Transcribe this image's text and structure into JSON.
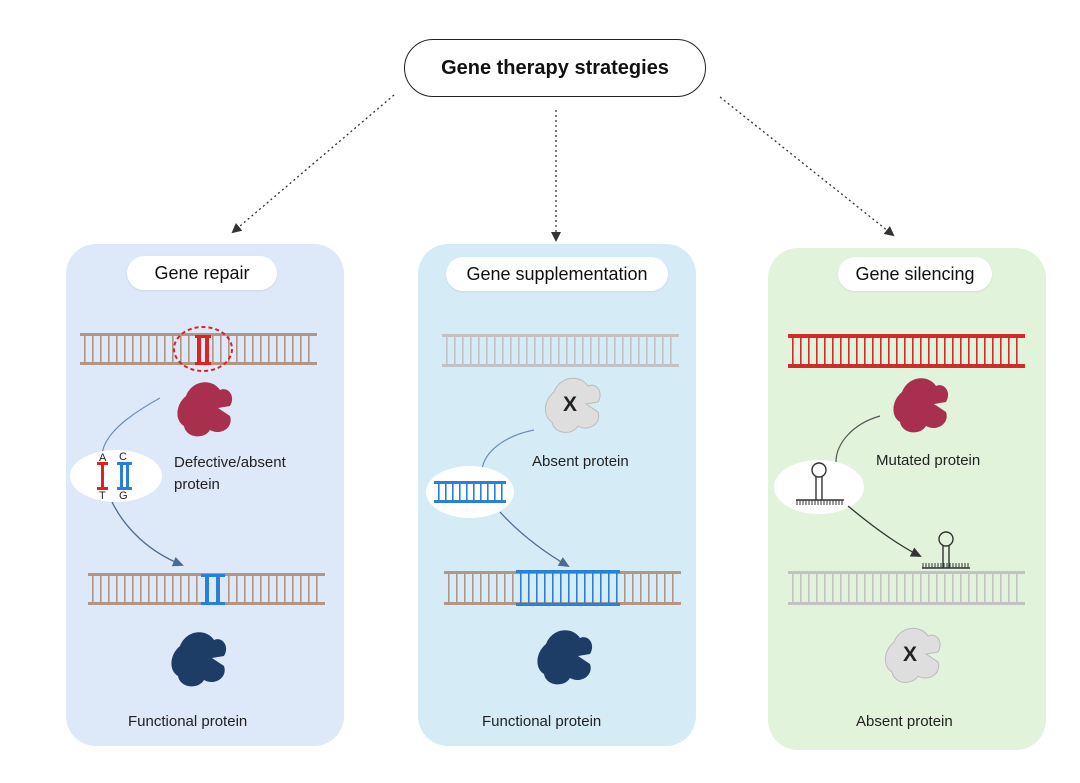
{
  "title": "Gene therapy strategies",
  "panels": [
    {
      "label": "Gene repair",
      "protein_label": "Defective/absent protein",
      "result_label": "Functional protein",
      "bases": {
        "top_left": "A",
        "top_right": "C",
        "bottom_left": "T",
        "bottom_right": "G"
      }
    },
    {
      "label": "Gene supplementation",
      "protein_label": "Absent protein",
      "result_label": "Functional protein",
      "x_mark": "X"
    },
    {
      "label": "Gene silencing",
      "protein_label": "Mutated protein",
      "result_label": "Absent protein",
      "x_mark": "X"
    }
  ],
  "colors": {
    "panel_repair": "#dde8f8",
    "panel_supplementation": "#d5ecf7",
    "panel_silencing": "#e2f3dc",
    "dna_normal": "#b19586",
    "dna_grey": "#c2c2c2",
    "dna_mutant": "#d12c2c",
    "dna_new": "#2a7fd6",
    "protein_defective": "#a8304e",
    "protein_functional": "#1e3d66",
    "protein_absent": "#dedede",
    "arrow": "#506d8e"
  }
}
